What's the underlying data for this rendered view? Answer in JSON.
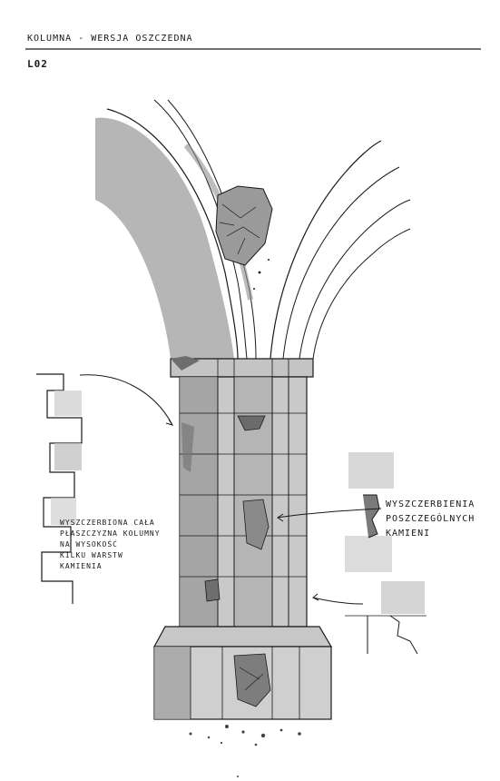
{
  "header": {
    "title": "KOLUMNA - WERSJA OSZCZEDNA",
    "page_number": "L02"
  },
  "annotations": {
    "left_note": [
      "WYSZCZERBIONA CAŁA",
      "PŁASZCZYZNA KOLUMNY",
      "NA WYSOKOŚĆ",
      "KILKU WARSTW",
      "KAMIENIA"
    ],
    "right_note": [
      "WYSZCZERBIENIA",
      "POSZCZEGÓLNYCH",
      "KAMIENI"
    ]
  },
  "colors": {
    "ink": "#1a1a1a",
    "shade_dark": "#8f8f8f",
    "shade_mid": "#b3b3b3",
    "shade_light": "#d4d4d4",
    "paper": "#ffffff"
  }
}
